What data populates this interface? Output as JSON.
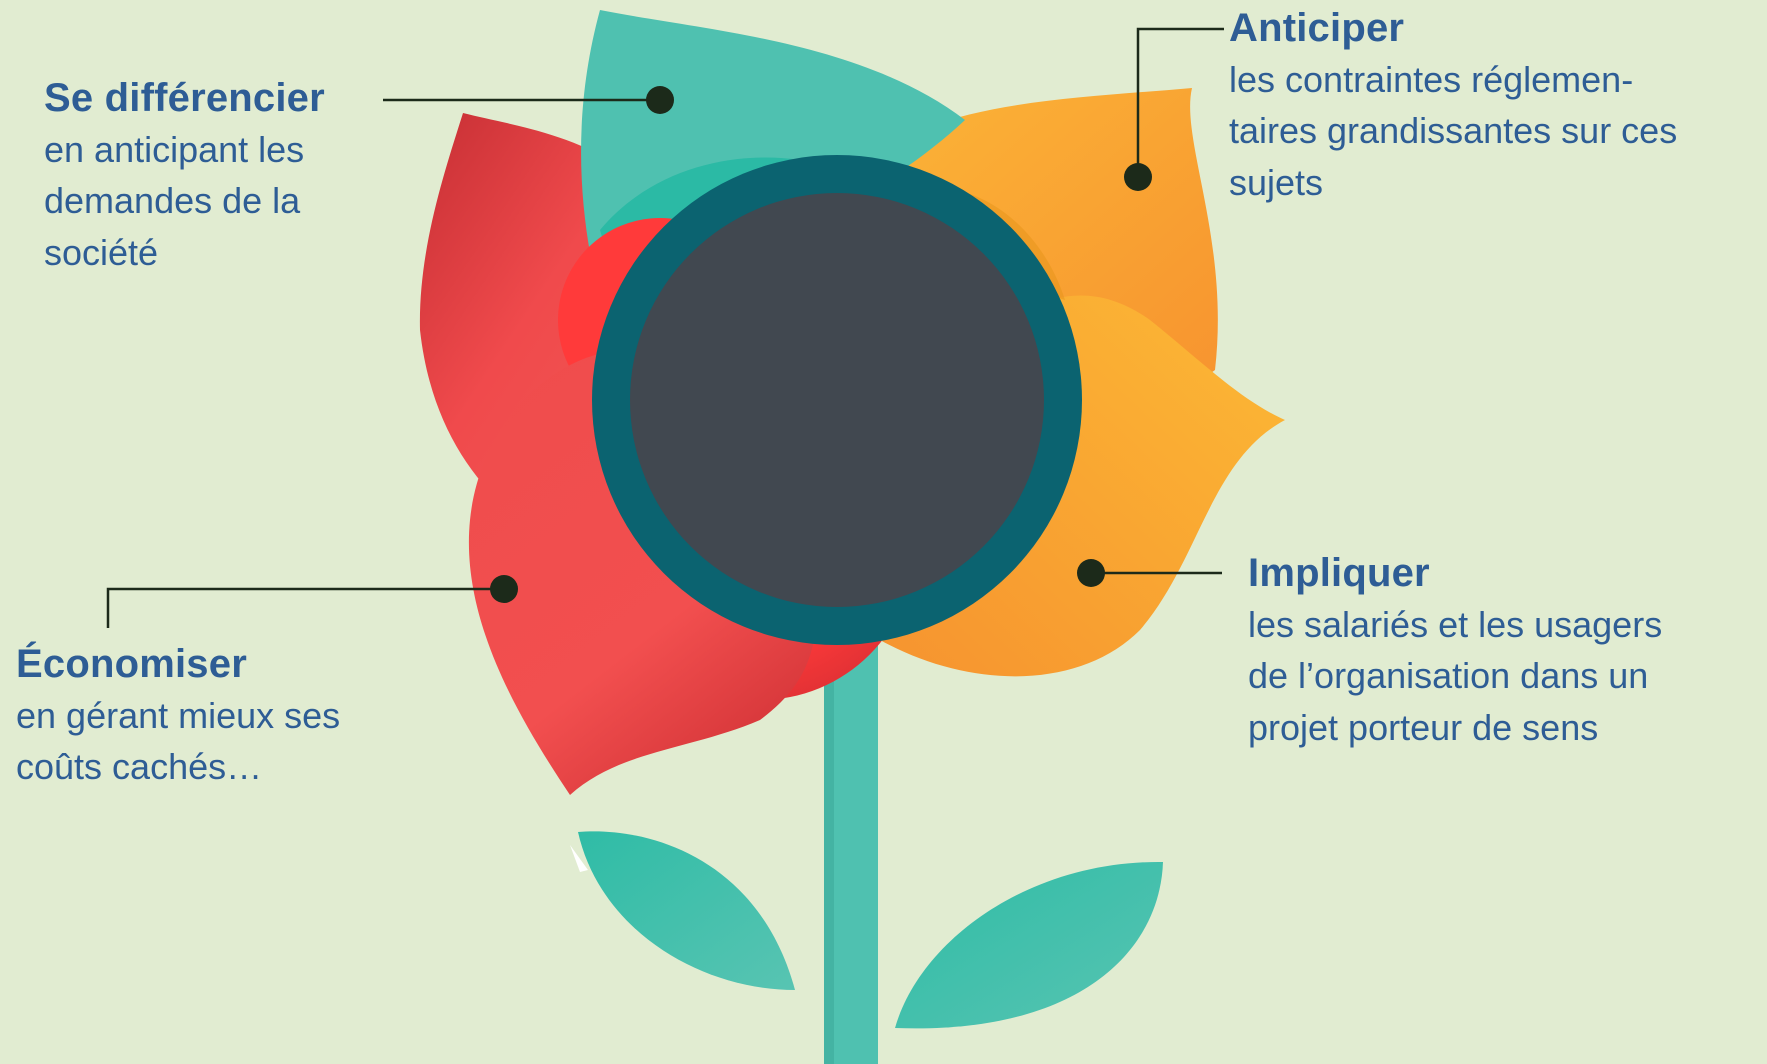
{
  "colors": {
    "background": "#e1ecd1",
    "text": "#2e5d95",
    "teal": "#4fc1b0",
    "dark_teal": "#0b6370",
    "center": "#414850",
    "red": "#ef4b4b",
    "orange": "#f9a431",
    "connector": "#1c2a1a"
  },
  "callouts": {
    "differencier": {
      "title": "Se différencier",
      "text": "en anticipant les\ndemandes de la\nsociété"
    },
    "anticiper": {
      "title": "Anticiper",
      "text": "les contraintes réglemen-\ntaires grandissantes sur ces\nsujets"
    },
    "impliquer": {
      "title": "Impliquer",
      "text": "les salariés et les usagers\nde l’organisation dans un\nprojet porteur de sens"
    },
    "economiser": {
      "title": "Économiser",
      "text": "en gérant mieux ses\ncoûts cachés…"
    }
  }
}
